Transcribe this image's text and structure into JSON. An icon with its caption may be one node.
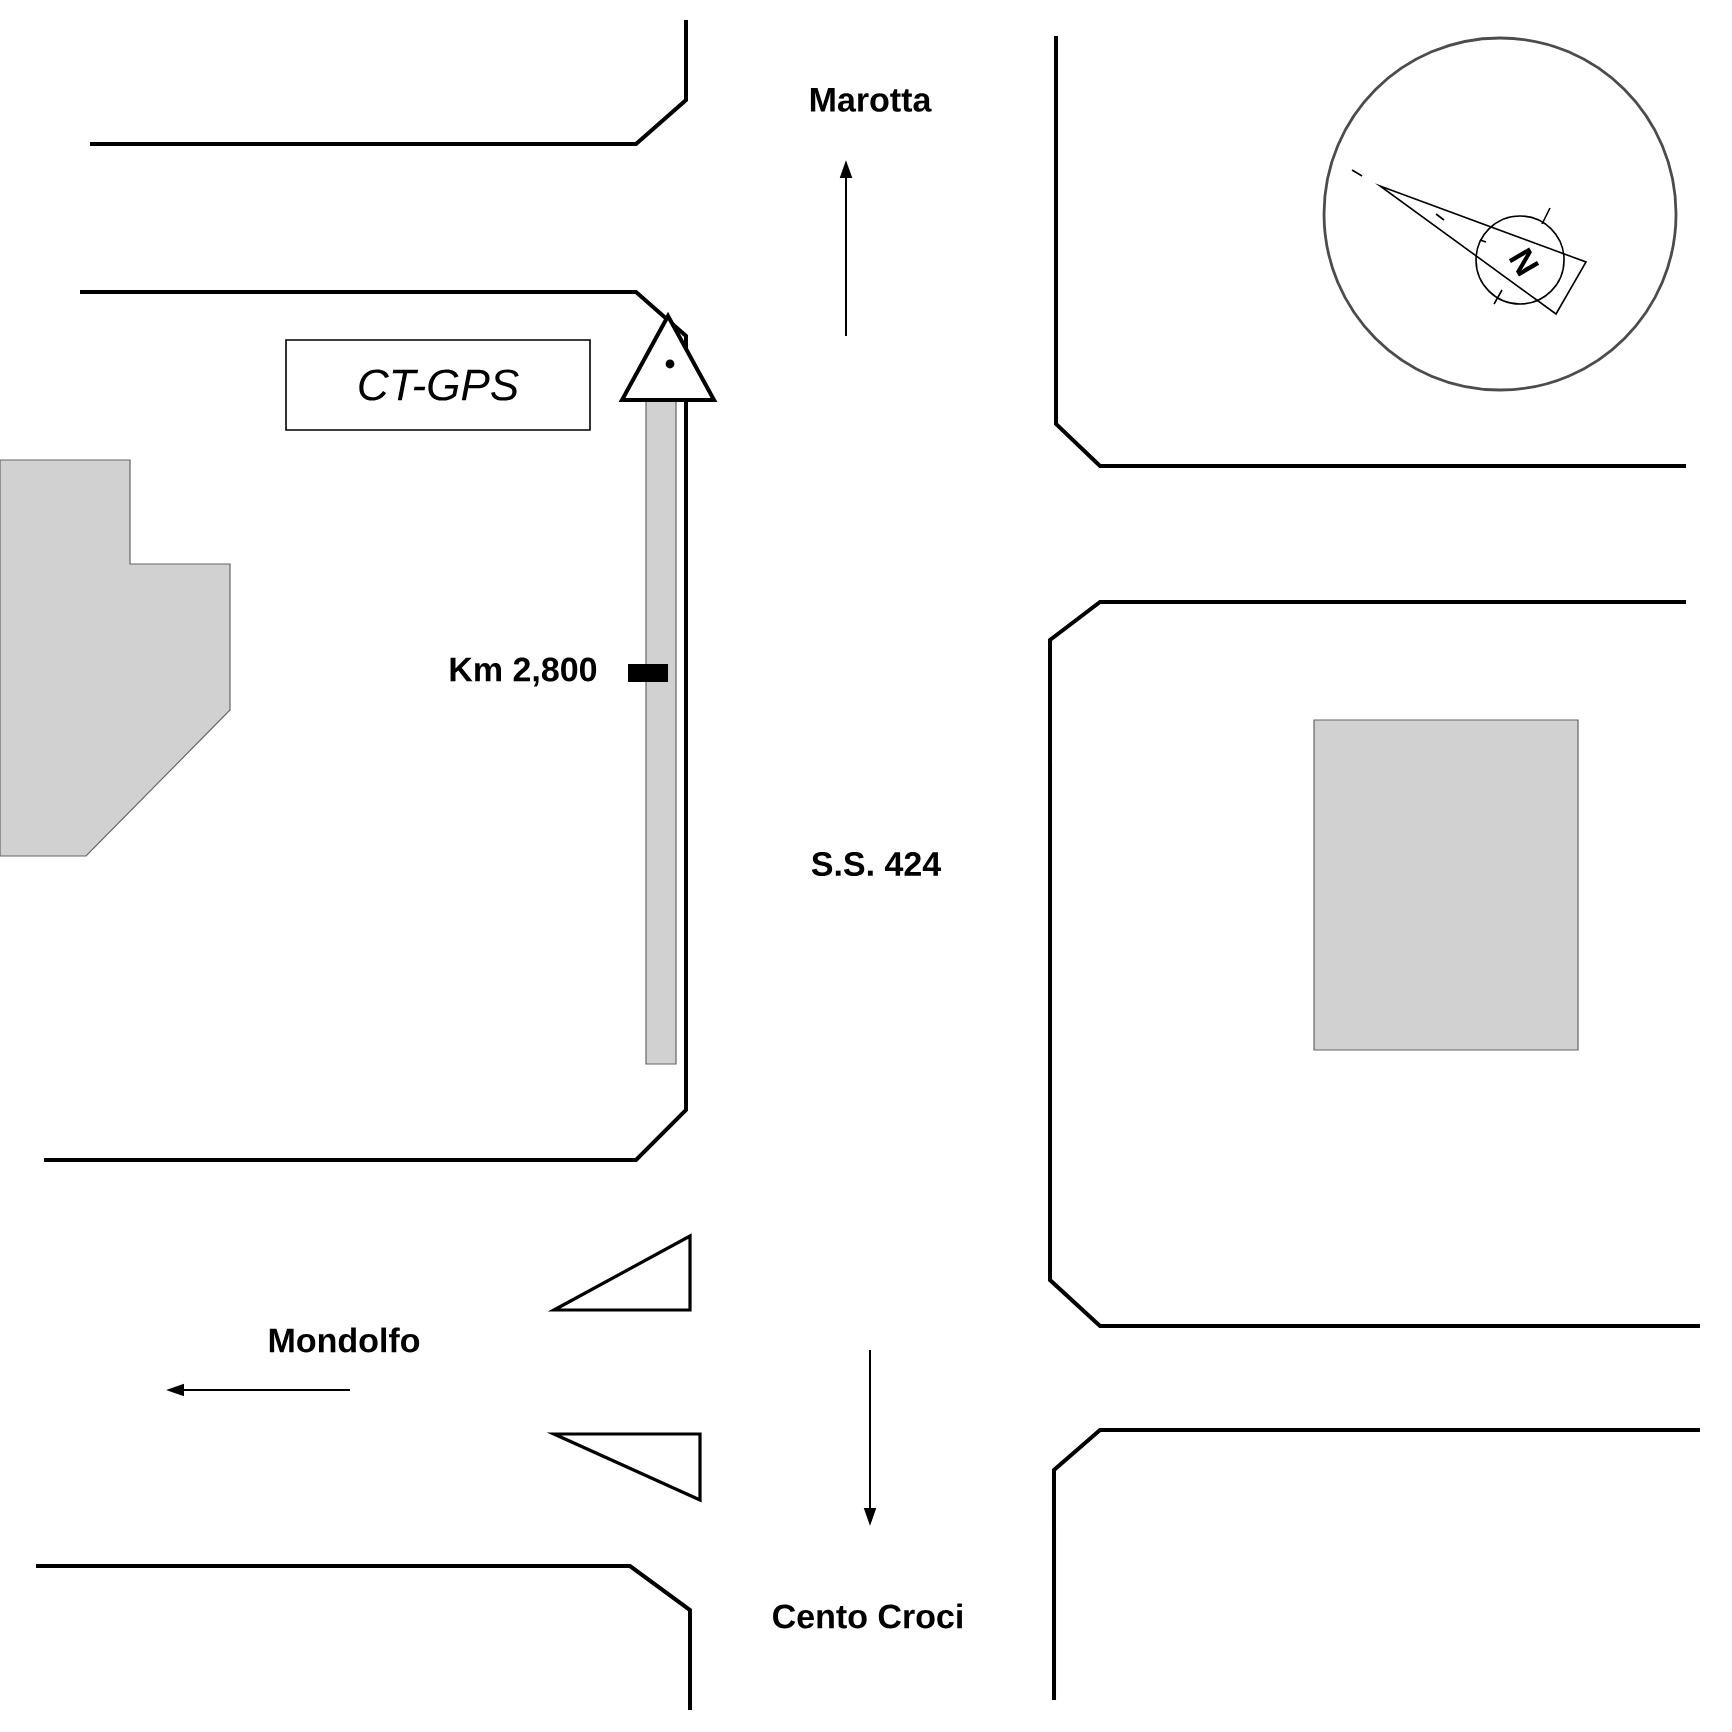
{
  "diagram": {
    "nodes": [
      {
        "text": [
          "CT-GPS"
        ]
      }
    ],
    "labels": [
      "Marotta",
      "N",
      "Km 2,800",
      "S.S. 424",
      "Mondolfo",
      "Cento Croci"
    ]
  }
}
